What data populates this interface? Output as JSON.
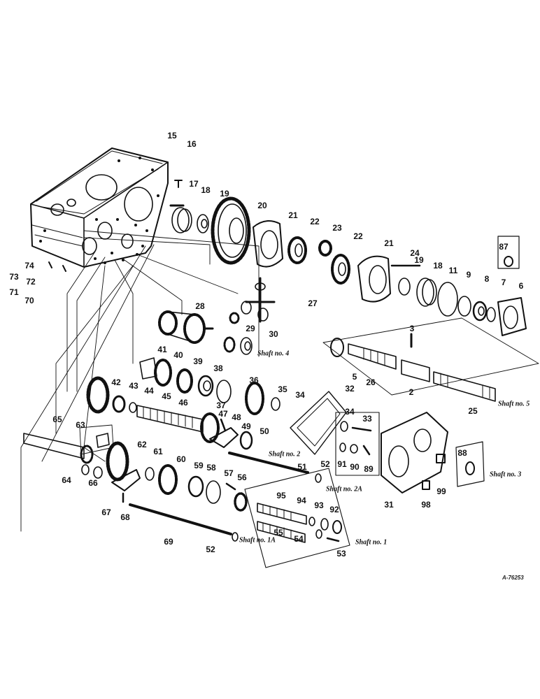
{
  "figure": {
    "id": "A-76253"
  },
  "callouts": [
    "15",
    "16",
    "17",
    "18",
    "19",
    "20",
    "21",
    "22",
    "23",
    "22",
    "21",
    "24",
    "19",
    "18",
    "11",
    "9",
    "8",
    "7",
    "6",
    "87",
    "74",
    "73",
    "72",
    "71",
    "70",
    "28",
    "27",
    "29",
    "30",
    "3",
    "5",
    "26",
    "2",
    "25",
    "41",
    "40",
    "39",
    "38",
    "36",
    "35",
    "34",
    "32",
    "42",
    "43",
    "44",
    "45",
    "46",
    "37",
    "47",
    "48",
    "49",
    "50",
    "34",
    "33",
    "91",
    "90",
    "89",
    "31",
    "88",
    "99",
    "98",
    "65",
    "63",
    "62",
    "61",
    "60",
    "59",
    "58",
    "57",
    "56",
    "51",
    "52",
    "64",
    "66",
    "67",
    "68",
    "95",
    "94",
    "93",
    "92",
    "55",
    "54",
    "53",
    "69",
    "52"
  ],
  "shafts": [
    "Shaft no. 4",
    "Shaft no. 5",
    "Shaft no. 2",
    "Shaft no. 2A",
    "Shaft no. 3",
    "Shaft no. 1",
    "Shaft no. 1A"
  ]
}
